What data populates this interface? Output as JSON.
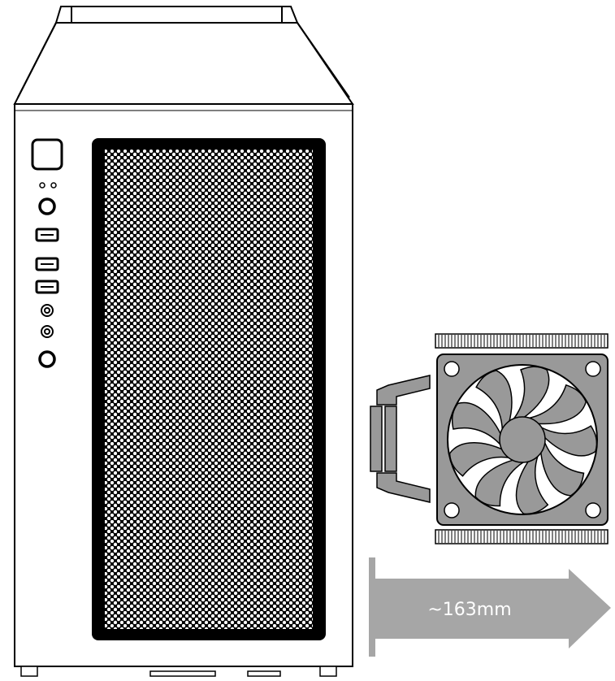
{
  "annotation": {
    "clearance_label": "~163mm"
  },
  "colors": {
    "outline": "#000000",
    "case_fill": "#ffffff",
    "cooler_fill": "#999999",
    "arrow_fill": "#a6a6a6",
    "label_text": "#ffffff"
  },
  "front_io": {
    "ports": [
      "power-button",
      "led-indicator",
      "led-indicator",
      "round-button",
      "usb-port",
      "usb-port",
      "usb-port",
      "audio-jack",
      "audio-jack",
      "round-button"
    ]
  }
}
